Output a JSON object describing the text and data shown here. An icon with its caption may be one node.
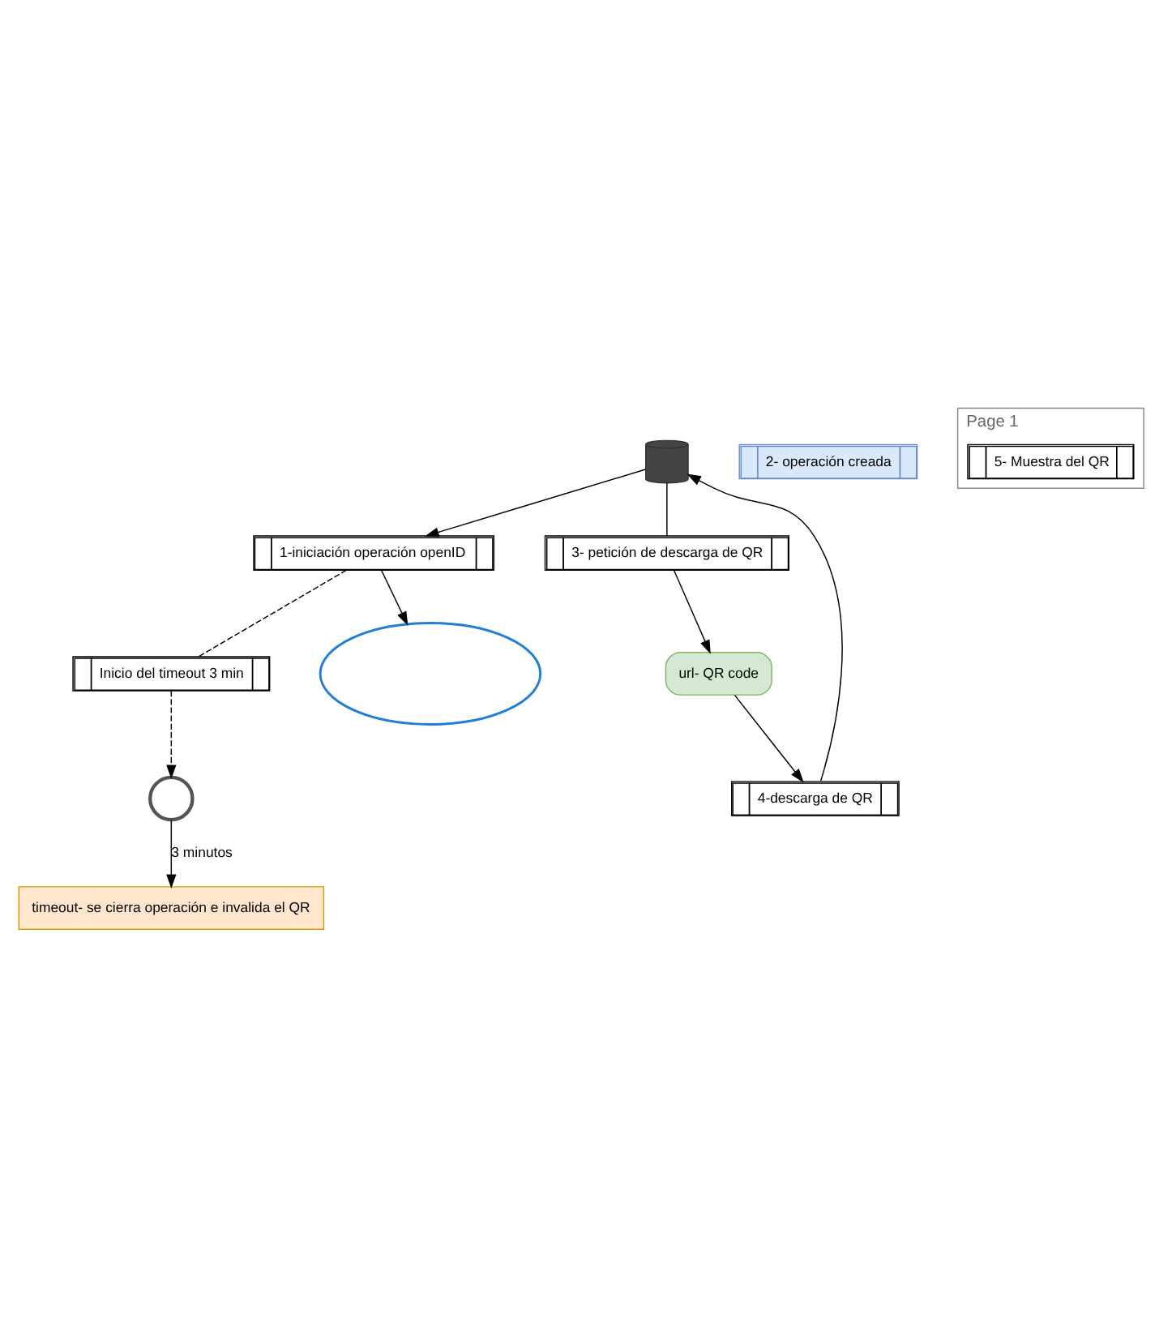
{
  "diagram": {
    "nodes": [
      {
        "text": [],
        "shape": "circle"
      },
      {
        "text": [
          "timeout- se cierra operación e invalida el QR"
        ]
      },
      {
        "text": [
          "Inicio del timeout 3 min"
        ]
      },
      {
        "text": [
          "1-iniciación operación openID"
        ]
      },
      {
        "text": [],
        "shape": "cloud"
      },
      {
        "text": [
          "url- QR code"
        ]
      },
      {
        "text": [
          "2- operación creada"
        ]
      },
      {
        "text": [],
        "shape": "cylinder"
      },
      {
        "text": [
          "3- petición de descarga de QR"
        ]
      },
      {
        "text": [
          "4-descarga de QR"
        ]
      },
      {
        "text": [
          "Page 1"
        ]
      },
      {
        "text": [
          "5- Muestra del QR"
        ],
        "in": 10
      }
    ],
    "edges": [
      {
        "from": 0,
        "to": 1,
        "arrow": "to",
        "label": "3 minutos"
      },
      {
        "from": 2,
        "to": 0,
        "arrow": "to",
        "style": "dashed"
      },
      {
        "from": 3,
        "to": 2,
        "arrow": "none",
        "style": "dashed"
      },
      {
        "from": 3,
        "to": 4,
        "arrow": "to"
      },
      {
        "from": 7,
        "to": 3,
        "arrow": "to"
      },
      {
        "from": 7,
        "to": 8,
        "arrow": "none"
      },
      {
        "from": 8,
        "to": 5,
        "arrow": "to"
      },
      {
        "from": 5,
        "to": 9,
        "arrow": "to"
      },
      {
        "from": 9,
        "to": 7,
        "arrow": "to"
      }
    ]
  }
}
